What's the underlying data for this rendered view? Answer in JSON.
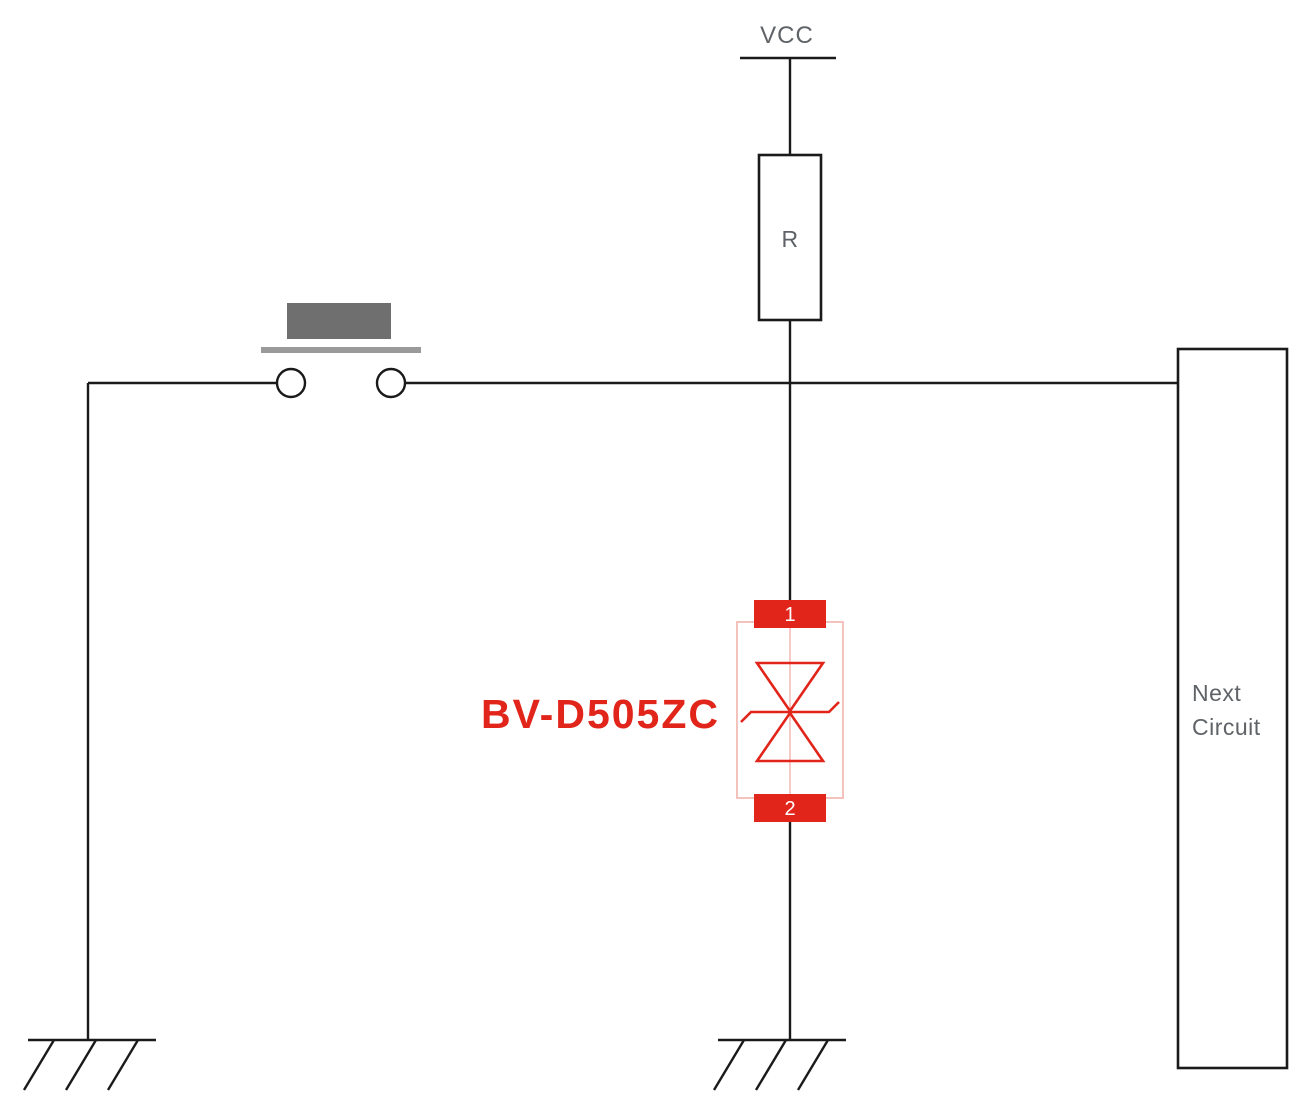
{
  "diagram": {
    "type": "circuit-schematic",
    "labels": {
      "vcc": "VCC",
      "resistor": "R",
      "tvs_part_number": "BV-D505ZC",
      "pin1": "1",
      "pin2": "2",
      "next_circuit_line1": "Next",
      "next_circuit_line2": "Circuit"
    },
    "colors": {
      "wire": "#1a1a1a",
      "accent_red": "#e1251b",
      "accent_red_light": "#f2b4ad",
      "label_gray": "#5f6368",
      "switch_cap_gray": "#6f6f6f",
      "switch_bar_gray": "#9a9a9a"
    }
  }
}
